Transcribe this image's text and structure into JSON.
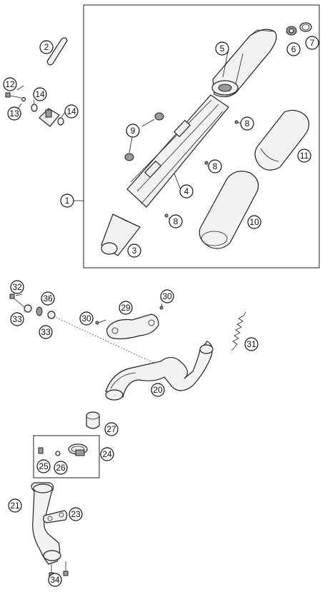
{
  "callouts": [
    {
      "id": "c1",
      "label": "1"
    },
    {
      "id": "c2",
      "label": "2"
    },
    {
      "id": "c3",
      "label": "3"
    },
    {
      "id": "c4",
      "label": "4"
    },
    {
      "id": "c5",
      "label": "5"
    },
    {
      "id": "c6",
      "label": "6"
    },
    {
      "id": "c7",
      "label": "7"
    },
    {
      "id": "c8a",
      "label": "8"
    },
    {
      "id": "c8b",
      "label": "8"
    },
    {
      "id": "c8c",
      "label": "8"
    },
    {
      "id": "c9",
      "label": "9"
    },
    {
      "id": "c10",
      "label": "10"
    },
    {
      "id": "c11",
      "label": "11"
    },
    {
      "id": "c12",
      "label": "12"
    },
    {
      "id": "c13",
      "label": "13"
    },
    {
      "id": "c14a",
      "label": "14"
    },
    {
      "id": "c14b",
      "label": "14"
    },
    {
      "id": "c20",
      "label": "20"
    },
    {
      "id": "c21",
      "label": "21"
    },
    {
      "id": "c23",
      "label": "23"
    },
    {
      "id": "c24",
      "label": "24"
    },
    {
      "id": "c25",
      "label": "25"
    },
    {
      "id": "c26",
      "label": "26"
    },
    {
      "id": "c27",
      "label": "27"
    },
    {
      "id": "c29",
      "label": "29"
    },
    {
      "id": "c30a",
      "label": "30"
    },
    {
      "id": "c30b",
      "label": "30"
    },
    {
      "id": "c31",
      "label": "31"
    },
    {
      "id": "c32",
      "label": "32"
    },
    {
      "id": "c33a",
      "label": "33"
    },
    {
      "id": "c33b",
      "label": "33"
    },
    {
      "id": "c34",
      "label": "34"
    },
    {
      "id": "c36",
      "label": "36"
    }
  ]
}
